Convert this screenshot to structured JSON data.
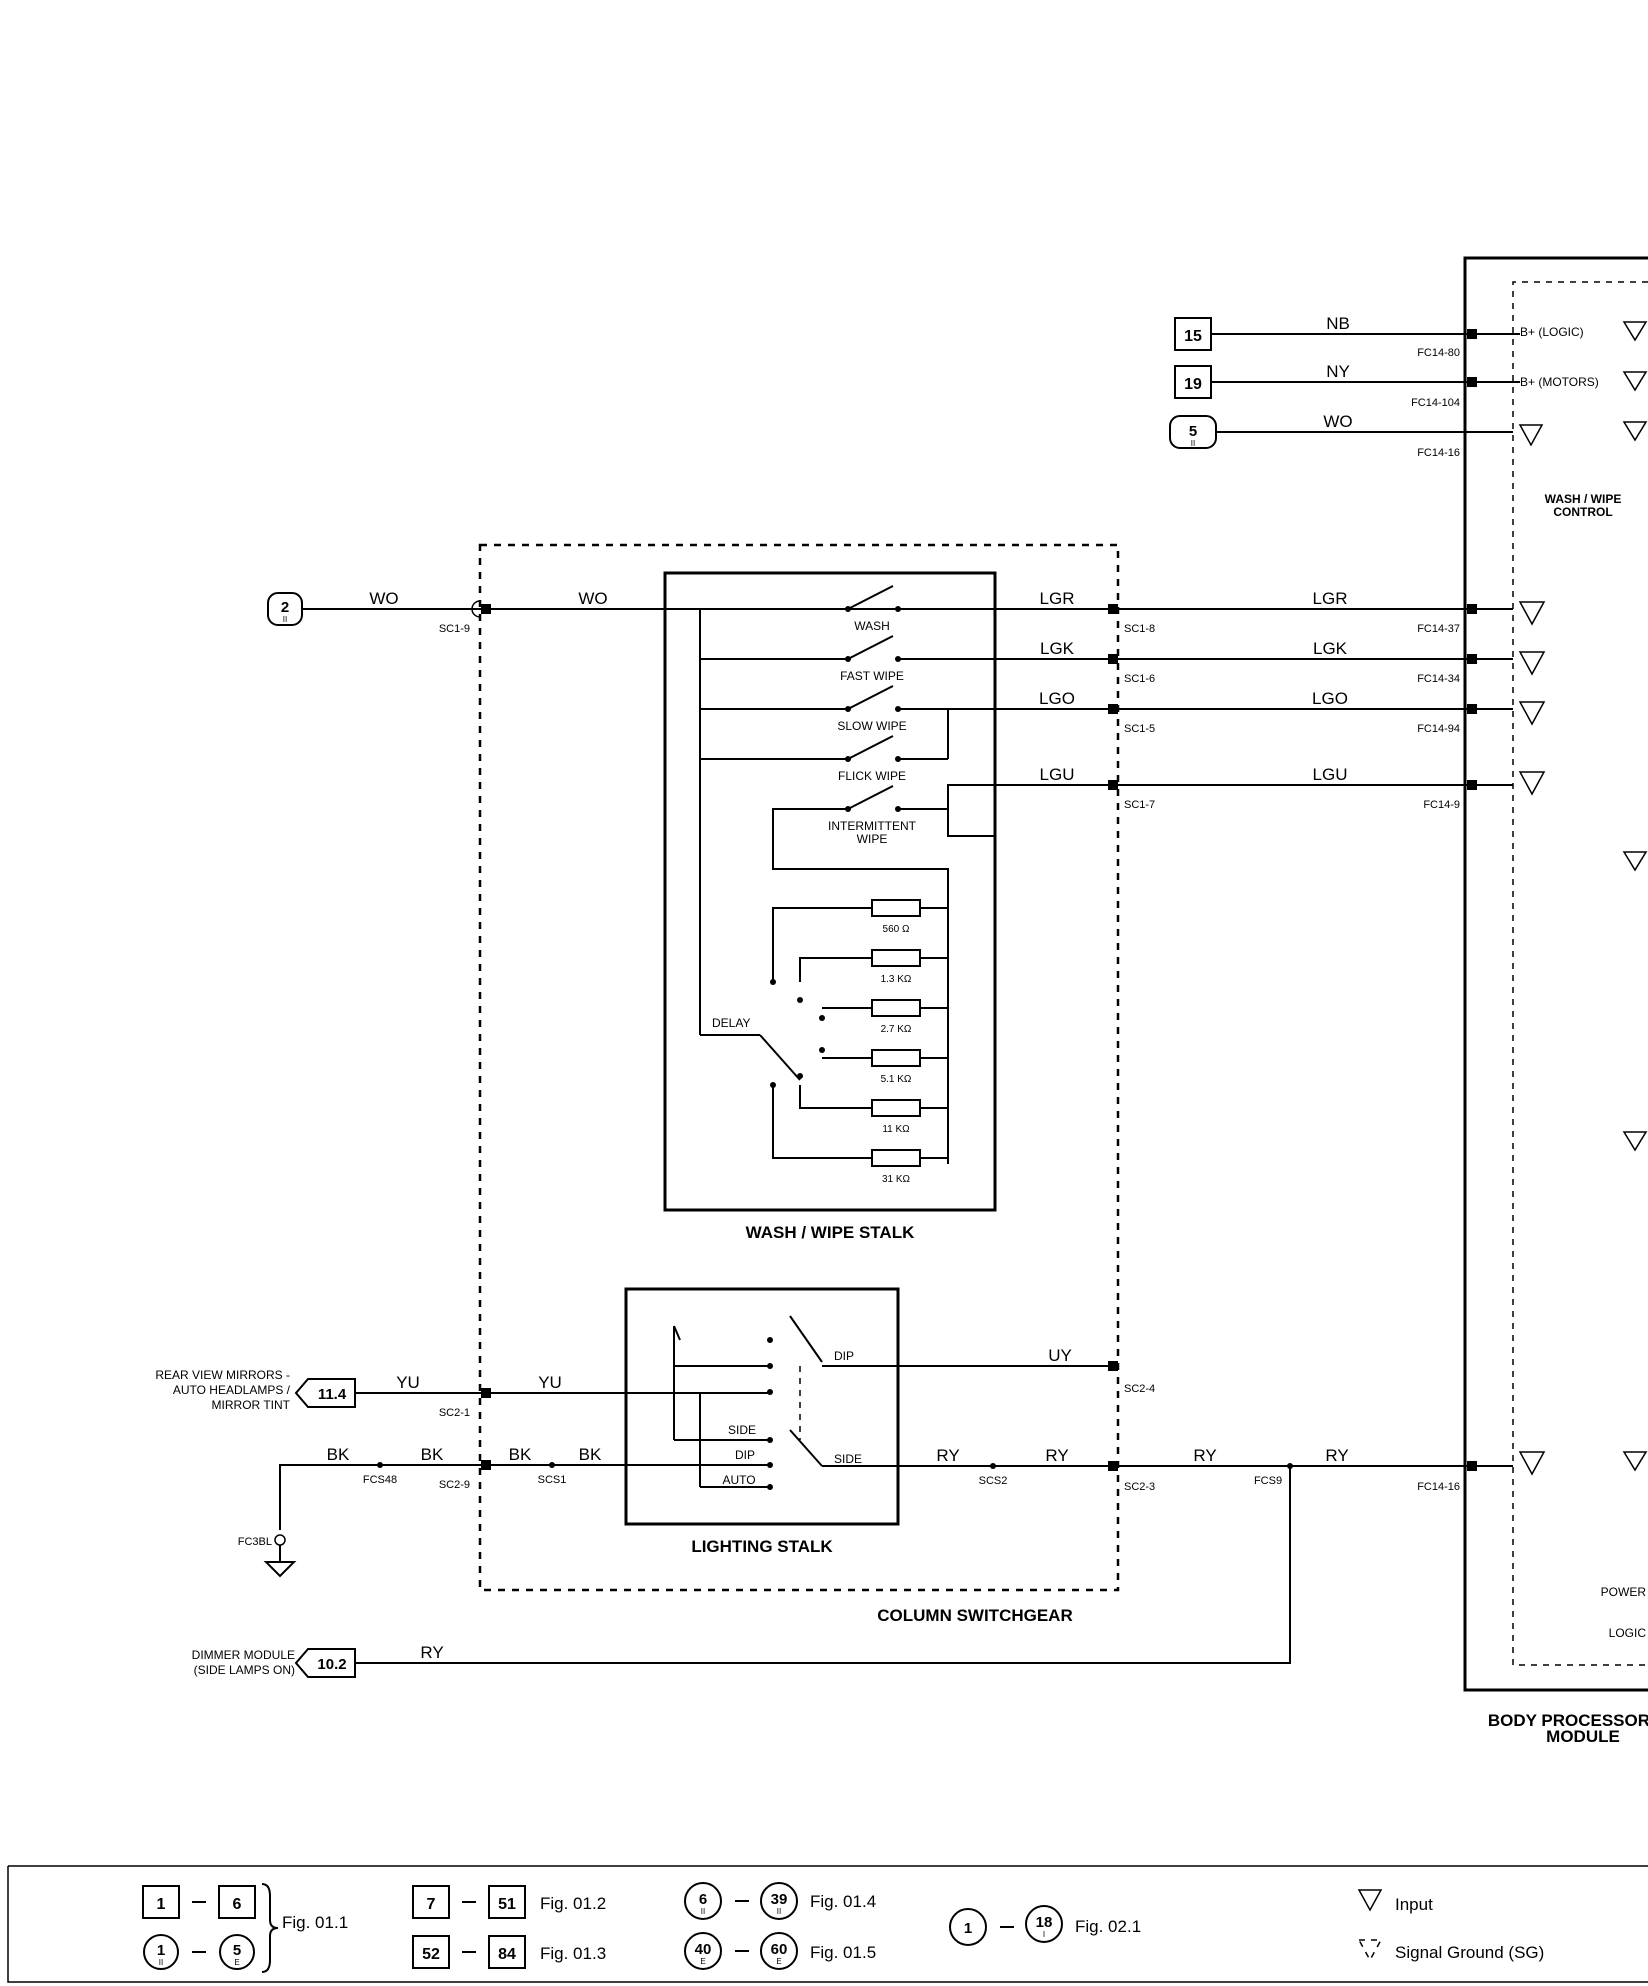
{
  "wires": {
    "nb": "NB",
    "ny": "NY",
    "wo": "WO",
    "lgr": "LGR",
    "lgk": "LGK",
    "lgo": "LGO",
    "lgu": "LGU",
    "yu": "YU",
    "uy": "UY",
    "bk": "BK",
    "ry": "RY"
  },
  "refs": {
    "r15": "15",
    "r19": "19",
    "r5": "5",
    "r2": "2",
    "r114": "11.4",
    "r102": "10.2",
    "sub2": "II"
  },
  "connectors": {
    "fc14_80": "FC14-80",
    "fc14_104": "FC14-104",
    "fc14_16a": "FC14-16",
    "fc14_37": "FC14-37",
    "fc14_34": "FC14-34",
    "fc14_94": "FC14-94",
    "fc14_9": "FC14-9",
    "fc14_16b": "FC14-16",
    "sc1_9": "SC1-9",
    "sc1_8": "SC1-8",
    "sc1_6": "SC1-6",
    "sc1_5": "SC1-5",
    "sc1_7": "SC1-7",
    "sc2_4": "SC2-4",
    "sc2_1": "SC2-1",
    "sc2_9": "SC2-9",
    "sc2_3": "SC2-3",
    "fcs48": "FCS48",
    "scs1": "SCS1",
    "scs2": "SCS2",
    "fcs9": "FCS9",
    "fc3bl": "FC3BL"
  },
  "bpm": {
    "b_logic": "B+ (LOGIC)",
    "b_motors": "B+ (MOTORS)",
    "ww_control_1": "WASH / WIPE",
    "ww_control_2": "CONTROL",
    "power": "POWER",
    "logic": "LOGIC",
    "title_1": "BODY PROCESSOR",
    "title_2": "MODULE"
  },
  "wash_wipe": {
    "title": "WASH / WIPE STALK",
    "wash": "WASH",
    "fast": "FAST WIPE",
    "slow": "SLOW WIPE",
    "flick": "FLICK WIPE",
    "inter_1": "INTERMITTENT",
    "inter_2": "WIPE",
    "delay": "DELAY",
    "res": [
      "560 Ω",
      "1.3 KΩ",
      "2.7 KΩ",
      "5.1 KΩ",
      "11 KΩ",
      "31 KΩ"
    ]
  },
  "lighting": {
    "title": "LIGHTING STALK",
    "dip": "DIP",
    "side": "SIDE",
    "dip2": "DIP",
    "auto": "AUTO",
    "side2": "SIDE"
  },
  "column_switchgear": "COLUMN SWITCHGEAR",
  "left_labels": {
    "rear_1": "REAR VIEW MIRRORS -",
    "rear_2": "AUTO HEADLAMPS /",
    "rear_3": "MIRROR TINT",
    "dim_1": "DIMMER MODULE",
    "dim_2": "(SIDE LAMPS ON)"
  },
  "legend": {
    "a1": "1",
    "a2": "6",
    "b1": "1",
    "b2": "5",
    "fig011": "Fig. 01.1",
    "c1": "7",
    "c2": "51",
    "fig012": "Fig. 01.2",
    "d1": "52",
    "d2": "84",
    "fig013": "Fig. 01.3",
    "e1": "6",
    "e2": "39",
    "fig014": "Fig. 01.4",
    "f1": "40",
    "f2": "60",
    "fig015": "Fig. 01.5",
    "g1": "1",
    "g2": "18",
    "fig021": "Fig. 02.1",
    "sub_ii": "II",
    "sub_e": "E",
    "sub_i": "I",
    "input": "Input",
    "sg": "Signal Ground (SG)"
  }
}
